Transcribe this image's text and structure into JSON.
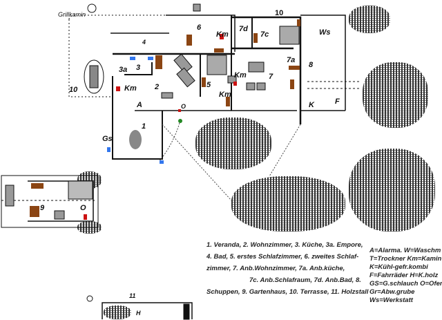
{
  "labels": {
    "grillkamin": "Grillkamin",
    "terrace_left": "10",
    "terrace_top": "10",
    "r1": "1",
    "r2": "2",
    "r3": "3",
    "r3a": "3a",
    "r4": "4",
    "r5": "5",
    "r6": "6",
    "r7": "7",
    "r7a": "7a",
    "r7c": "7c",
    "r7d": "7d",
    "r8": "8",
    "r9": "9",
    "r11": "11",
    "km1": "Km",
    "km2": "Km",
    "km3": "Km",
    "km4": "Km",
    "a": "A",
    "gs": "Gs",
    "ws": "Ws",
    "k": "K",
    "f": "F",
    "o1": "O",
    "o2": "O",
    "h": "H"
  },
  "legend": {
    "rooms": [
      "1. Veranda, 2. Wohnzimmer, 3. Küche, 3a. Empore,",
      "4. Bad, 5. erstes Schlafzimmer, 6. zweites Schlaf-",
      "zimmer, 7. Anb.Wohnzimmer, 7a. Anb.küche,",
      "7c. Anb.Schlafraum, 7d. Anb.Bad, 8.",
      "Schuppen, 9. Gartenhaus, 10. Terrasse, 11. Holzstall"
    ],
    "abbreviations": [
      "A=Alarma. W=Waschm",
      "T=Trockner Km=Kamin",
      "K=Kühl-gefr.kombi",
      "F=Fahrräder H=K.holz",
      "GS=G.schlauch O=Ofen",
      "Gr=Abw.grube",
      "Ws=Werkstatt"
    ]
  },
  "colors": {
    "wall": "#111111",
    "furniture": "#8b4513",
    "appliance": "#3377ee",
    "stove": "#cc1111",
    "sofa": "#999999",
    "plant": "#228822"
  }
}
